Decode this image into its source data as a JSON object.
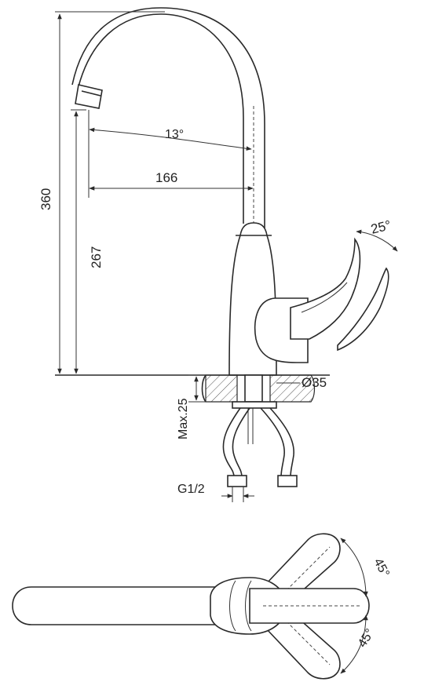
{
  "dimensions": {
    "total_height": "360",
    "spout_height": "267",
    "spout_reach": "166",
    "spout_swivel_angle": "13°",
    "lever_angle": "25°",
    "base_diameter": "Ø35",
    "max_deck_thickness": "Max.25",
    "connection_thread": "G1/2",
    "lever_rotation_left": "45°",
    "lever_rotation_right": "45°"
  }
}
